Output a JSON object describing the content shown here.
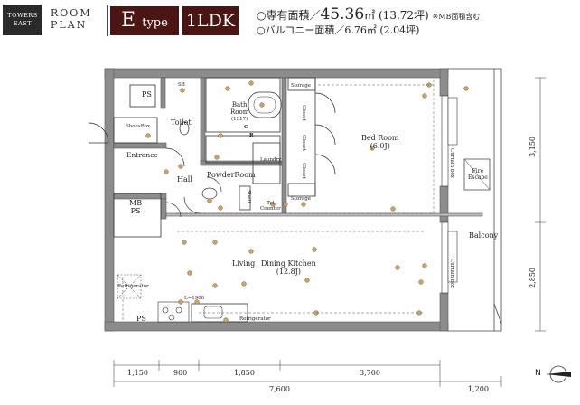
{
  "header": {
    "tower_line1": "TOWERS",
    "tower_line2": "EAST",
    "room_plan_line1": "ROOM",
    "room_plan_line2": "PLAN",
    "type_letter": "E",
    "type_word": "type",
    "layout": "1LDK",
    "area_prefix": "○専有面積／",
    "area_value": "45.36",
    "area_unit": "㎡",
    "area_tsubo": "(13.72坪)",
    "area_note": "※MB面積含む",
    "balcony_area": "○バルコニー面積／6.76㎡ (2.04坪)"
  },
  "rooms": {
    "ps_top": "PS",
    "shoebox": "ShoesBox",
    "sb": "SB",
    "toilet": "Toilet",
    "bath_line1": "Bath",
    "bath_line2": "Room",
    "bath_line3": "(1317)",
    "entrance": "Entrance",
    "hall": "Hall",
    "powder_room": "PowderRoom",
    "laundry": "Laundry",
    "shelf": "Shelf",
    "tel_counter_line1": "Tel",
    "tel_counter_line2": "Counter",
    "mb_line1": "MB",
    "mb_line2": "PS",
    "storage_top": "Storage",
    "storage_bottom": "Storage",
    "closet": "Closet",
    "bedroom_line1": "Bed Room",
    "bedroom_line2": "(6.0J)",
    "living": "Living",
    "dining_line1": "Dining Kitchen",
    "dining_line2": "(12.8J)",
    "refrigerator": "Refrigerator",
    "ps_bottom": "PS",
    "l_mark": "L=1900",
    "curtain_box": "Curtain box",
    "fire_escape_line1": "Fire",
    "fire_escape_line2": "Escape",
    "balcony": "Balcony",
    "mark_c": "C",
    "mark_r": "R"
  },
  "dimensions": {
    "bottom_segments": [
      "1,150",
      "900",
      "1,850",
      "3,700"
    ],
    "total": "7,600",
    "balcony_depth": "1,200",
    "right_upper": "3,150",
    "right_lower": "2,850"
  },
  "compass": {
    "label": "N"
  },
  "colors": {
    "badge": "#4a1512",
    "wall": "#8c8c8c",
    "fixture": "#c8a46a",
    "tower_box": "#2a2a2a"
  }
}
